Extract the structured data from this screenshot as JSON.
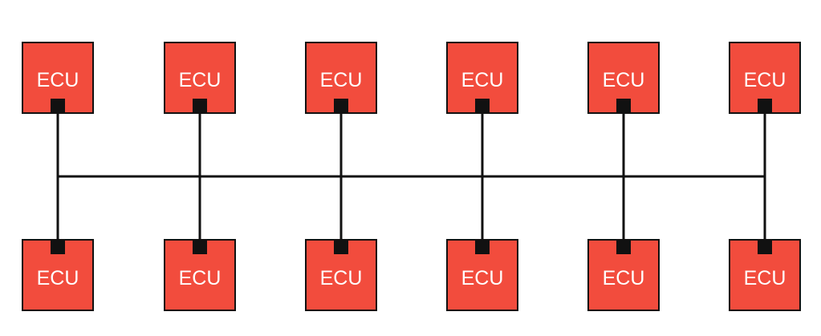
{
  "diagram": {
    "box_color": "#F24C3D",
    "stroke_color": "#111111",
    "top_row": [
      "ECU",
      "ECU",
      "ECU",
      "ECU",
      "ECU",
      "ECU"
    ],
    "bottom_row": [
      "ECU",
      "ECU",
      "ECU",
      "ECU",
      "ECU",
      "ECU"
    ]
  }
}
